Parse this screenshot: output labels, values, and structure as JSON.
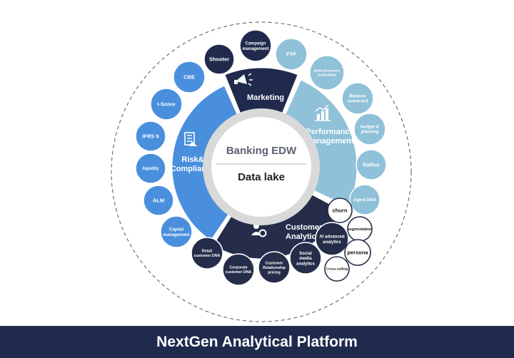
{
  "title": "NextGen Analytical Platform",
  "center": {
    "line1": "Banking EDW",
    "line2": "Data lake"
  },
  "segments": [
    {
      "label": [
        "Marketing"
      ],
      "icon": "megaphone-icon",
      "color": "#1f2a4d"
    },
    {
      "label": [
        "Performance",
        "Management"
      ],
      "icon": "bar-chart-icon",
      "color": "#8fc1d8"
    },
    {
      "label": [
        "Customer",
        "Analytics"
      ],
      "icon": "customer-gear-icon",
      "color": "#262d4a"
    },
    {
      "label": [
        "Risk&",
        "Compliance"
      ],
      "icon": "risk-document-icon",
      "color": "#4a8fdd"
    }
  ],
  "bubbles": [
    {
      "lines": [
        "Shooter"
      ],
      "style": "navy"
    },
    {
      "lines": [
        "Campaign",
        "management"
      ],
      "style": "navy"
    },
    {
      "lines": [
        "FTP"
      ],
      "style": "light"
    },
    {
      "lines": [
        "Multi-dimension",
        "profitability"
      ],
      "style": "light"
    },
    {
      "lines": [
        "Balance",
        "scorecard"
      ],
      "style": "light"
    },
    {
      "lines": [
        "budget &",
        "planning"
      ],
      "style": "light"
    },
    {
      "lines": [
        "RaRoc"
      ],
      "style": "light"
    },
    {
      "lines": [
        "Agent DNA"
      ],
      "style": "light"
    },
    {
      "lines": [
        "churn"
      ],
      "style": "outline"
    },
    {
      "lines": [
        "segmentation"
      ],
      "style": "outline"
    },
    {
      "lines": [
        "AI advanced",
        "analytics"
      ],
      "style": "dark"
    },
    {
      "lines": [
        "persona"
      ],
      "style": "outline"
    },
    {
      "lines": [
        "Cross-selling"
      ],
      "style": "outline"
    },
    {
      "lines": [
        "Social",
        "media",
        "analytics"
      ],
      "style": "dark"
    },
    {
      "lines": [
        "Customer",
        "Relationship",
        "pricing"
      ],
      "style": "dark"
    },
    {
      "lines": [
        "Corporate",
        "customer DNA"
      ],
      "style": "dark"
    },
    {
      "lines": [
        "Retail",
        "customer DNA"
      ],
      "style": "dark"
    },
    {
      "lines": [
        "Capital",
        "management"
      ],
      "style": "blue"
    },
    {
      "lines": [
        "ALM"
      ],
      "style": "blue"
    },
    {
      "lines": [
        "liquidity"
      ],
      "style": "blue"
    },
    {
      "lines": [
        "IFRS 9"
      ],
      "style": "blue"
    },
    {
      "lines": [
        "I-Score"
      ],
      "style": "blue"
    },
    {
      "lines": [
        "CBE"
      ],
      "style": "blue"
    }
  ],
  "colors": {
    "navy": "#1f2a4d",
    "light": "#8fc1d8",
    "dark": "#262d4a",
    "blue": "#4a8fdd",
    "outline_stroke": "#262d4a",
    "center_ring": "#d9d9d9",
    "center_text": "#5b6170",
    "center_text_dark": "#222222",
    "footer": "#1f2a4d"
  }
}
